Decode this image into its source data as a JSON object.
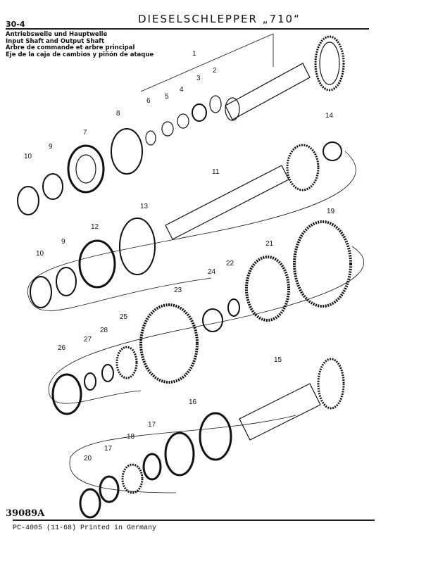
{
  "header": {
    "page_number": "30-4",
    "title": "DIESELSCHLEPPER „710“"
  },
  "captions": [
    "Antriebswelle und Hauptwelle",
    "Input  Shaft and Output Shaft",
    "Arbre de commande et arbre principal",
    "Eje de la caja de cambios y piñón de ataque"
  ],
  "callouts": [
    "1",
    "2",
    "3",
    "4",
    "5",
    "6",
    "8",
    "7",
    "14",
    "9",
    "10",
    "11",
    "13",
    "19",
    "12",
    "9",
    "10",
    "21",
    "22",
    "24",
    "23",
    "25",
    "28",
    "27",
    "26",
    "15",
    "16",
    "17",
    "18",
    "17",
    "20"
  ],
  "figure_number": "39089A",
  "footer": "PC-4005 (11-68) Printed in Germany"
}
